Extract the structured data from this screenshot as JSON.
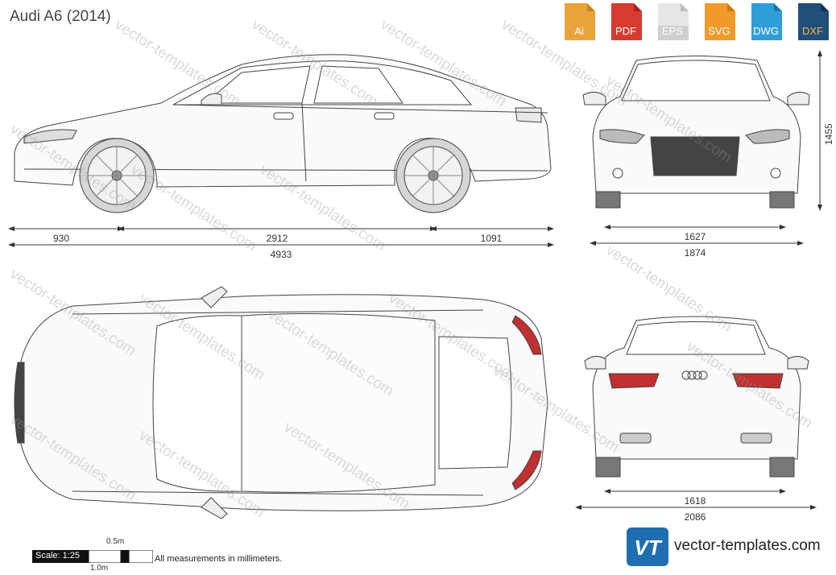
{
  "title": "Audi A6 (2014)",
  "formats": [
    {
      "label": "Ai",
      "color": "#e8a43a",
      "icon": "ai-file-icon"
    },
    {
      "label": "PDF",
      "color": "#d63b2f",
      "icon": "pdf-file-icon"
    },
    {
      "label": "EPS",
      "color": "#d5d5d5",
      "icon": "eps-file-icon"
    },
    {
      "label": "SVG",
      "color": "#ef9a2a",
      "icon": "svg-file-icon"
    },
    {
      "label": "DWG",
      "color": "#2f9ed8",
      "icon": "dwg-file-icon"
    },
    {
      "label": "DXF",
      "color": "#1f4f7a",
      "icon": "dxf-file-icon"
    }
  ],
  "dimensions": {
    "front_overhang": "930",
    "wheelbase": "2912",
    "rear_overhang": "1091",
    "length": "4933",
    "height": "1455",
    "front_track": "1627",
    "width_front": "1874",
    "rear_track": "1618",
    "width_mirrors": "2086"
  },
  "scale": {
    "label": "Scale: 1:25",
    "half_meter": "0.5m",
    "one_meter": "1.0m"
  },
  "note": "All measurements in millimeters.",
  "brand": {
    "logo_text": "VT",
    "site": "vector-templates.com",
    "watermark": "vector-templates.com"
  }
}
